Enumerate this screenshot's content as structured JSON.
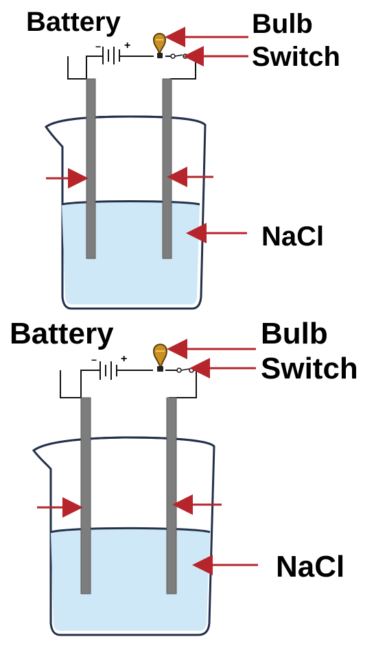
{
  "colors": {
    "background": "#ffffff",
    "solution": "#cfe8f7",
    "beaker_outline": "#23304b",
    "electrode": "#7d7d7d",
    "electrode_edge": "#5a5a5a",
    "arrow": "#b5252b",
    "wire": "#111111",
    "bulb": "#c99022"
  },
  "icons": {
    "battery": "battery-icon",
    "bulb": "bulb-icon",
    "switch": "switch-icon",
    "beaker": "beaker-icon",
    "electrode": "electrode-icon",
    "arrow": "arrow-icon"
  },
  "panels": [
    {
      "labels": {
        "battery": "Battery",
        "bulb": "Bulb",
        "switch": "Switch",
        "nacl": "NaCl"
      },
      "battery_signs": {
        "minus": "−",
        "plus": "+"
      }
    },
    {
      "labels": {
        "battery": "Battery",
        "bulb": "Bulb",
        "switch": "Switch",
        "nacl": "NaCl"
      },
      "battery_signs": {
        "minus": "−",
        "plus": "+"
      }
    }
  ]
}
